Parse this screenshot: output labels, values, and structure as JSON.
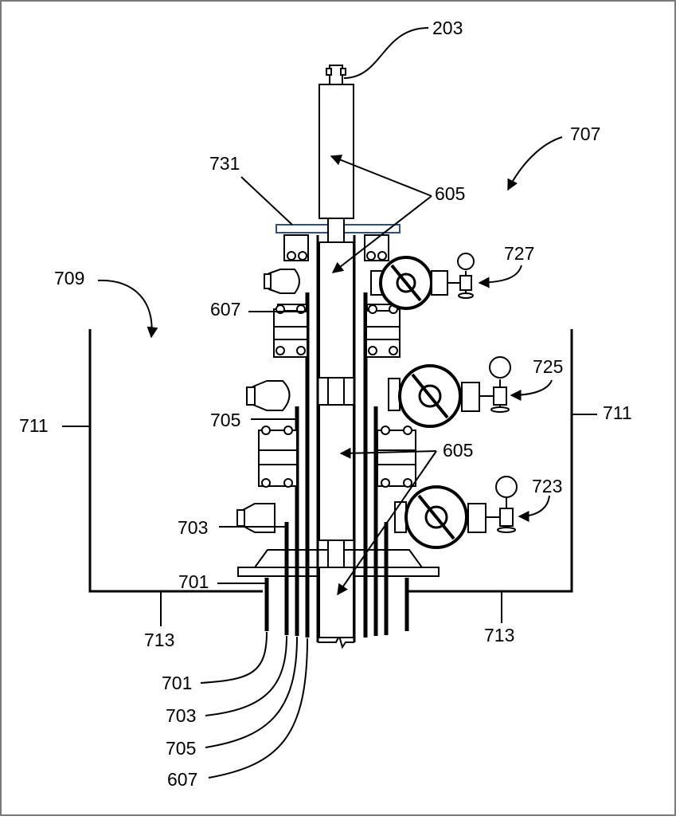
{
  "figure": {
    "labels": {
      "l203": "203",
      "l707": "707",
      "l731": "731",
      "l605a": "605",
      "l727": "727",
      "l709": "709",
      "l607a": "607",
      "l725": "725",
      "l711a": "711",
      "l711b": "711",
      "l705a": "705",
      "l605b": "605",
      "l723": "723",
      "l703a": "703",
      "l701a": "701",
      "l713a": "713",
      "l713b": "713",
      "l701b": "701",
      "l703b": "703",
      "l705b": "705",
      "l607b": "607"
    },
    "colors": {
      "line": "#000000",
      "plate": "#2f4f7f",
      "border": "#7a7a7a"
    }
  }
}
